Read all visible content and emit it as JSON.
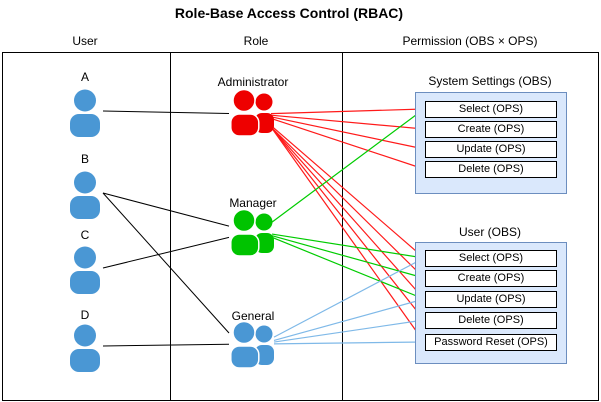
{
  "title": "Role-Base Access Control (RBAC)",
  "columns": [
    {
      "id": "user",
      "label": "User"
    },
    {
      "id": "role",
      "label": "Role"
    },
    {
      "id": "permission",
      "label": "Permission (OBS × OPS)"
    }
  ],
  "users": [
    {
      "id": "A",
      "label": "A"
    },
    {
      "id": "B",
      "label": "B"
    },
    {
      "id": "C",
      "label": "C"
    },
    {
      "id": "D",
      "label": "D"
    }
  ],
  "user_icon_color": "#4a97d4",
  "roles": [
    {
      "id": "administrator",
      "label": "Administrator",
      "icon_color": "#ee0000",
      "line_color": "#ff1a1a"
    },
    {
      "id": "manager",
      "label": "Manager",
      "icon_color": "#00c300",
      "line_color": "#00cc00"
    },
    {
      "id": "general",
      "label": "General",
      "icon_color": "#4a97d4",
      "line_color": "#7fb9e8"
    }
  ],
  "permission_groups": [
    {
      "id": "system_settings",
      "label": "System Settings (OBS)",
      "ops": [
        "Select (OPS)",
        "Create (OPS)",
        "Update (OPS)",
        "Delete (OPS)"
      ]
    },
    {
      "id": "user_obs",
      "label": "User (OBS)",
      "ops": [
        "Select (OPS)",
        "Create (OPS)",
        "Update (OPS)",
        "Delete (OPS)",
        "Password Reset (OPS)"
      ]
    }
  ],
  "edges": {
    "user_role": [
      [
        "A",
        "administrator"
      ],
      [
        "B",
        "manager"
      ],
      [
        "B",
        "general"
      ],
      [
        "C",
        "manager"
      ],
      [
        "D",
        "general"
      ]
    ],
    "role_permission": [
      [
        "administrator",
        "system_settings",
        0
      ],
      [
        "administrator",
        "system_settings",
        1
      ],
      [
        "administrator",
        "system_settings",
        2
      ],
      [
        "administrator",
        "system_settings",
        3
      ],
      [
        "administrator",
        "user_obs",
        0
      ],
      [
        "administrator",
        "user_obs",
        1
      ],
      [
        "administrator",
        "user_obs",
        2
      ],
      [
        "administrator",
        "user_obs",
        3
      ],
      [
        "administrator",
        "user_obs",
        4
      ],
      [
        "manager",
        "system_settings",
        0
      ],
      [
        "manager",
        "user_obs",
        0
      ],
      [
        "manager",
        "user_obs",
        1
      ],
      [
        "manager",
        "user_obs",
        2
      ],
      [
        "general",
        "user_obs",
        0
      ],
      [
        "general",
        "user_obs",
        2
      ],
      [
        "general",
        "user_obs",
        3
      ],
      [
        "general",
        "user_obs",
        4
      ]
    ]
  },
  "style_colors": {
    "container_fill": "#dae8fc",
    "container_border": "#6c8ebf",
    "black_line": "#000000"
  }
}
